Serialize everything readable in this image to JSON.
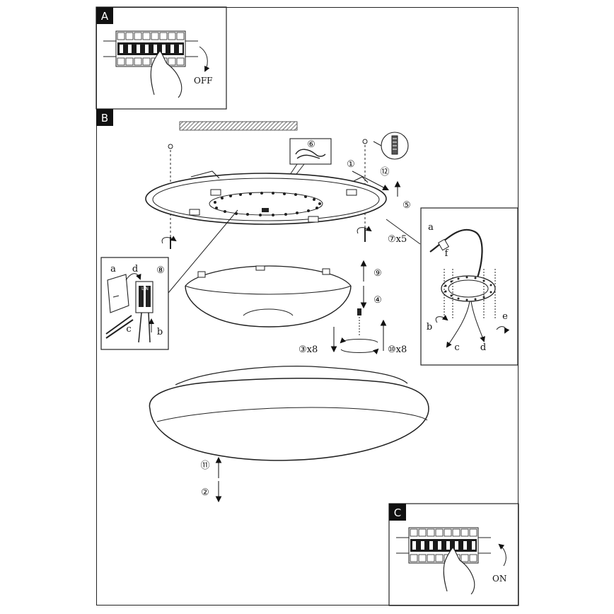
{
  "panels": {
    "a_tag": "A",
    "b_tag": "B",
    "c_tag": "C"
  },
  "panel_a": {
    "switch_label": "OFF"
  },
  "panel_c": {
    "switch_label": "ON"
  },
  "steps": {
    "s1": "①",
    "s2": "②",
    "s3": "③x8",
    "s4": "④",
    "s5": "⑤",
    "s6": "⑥",
    "s7": "⑦x5",
    "s8": "⑧",
    "s9": "⑨",
    "s10": "⑩x8",
    "s11": "⑪",
    "s12": "⑫"
  },
  "detail_left": {
    "a": "a",
    "b": "b",
    "c": "c",
    "d": "d",
    "terminal": "L N"
  },
  "detail_right": {
    "a": "a",
    "b": "b",
    "c": "c",
    "d": "d",
    "e": "e",
    "f": "f"
  }
}
